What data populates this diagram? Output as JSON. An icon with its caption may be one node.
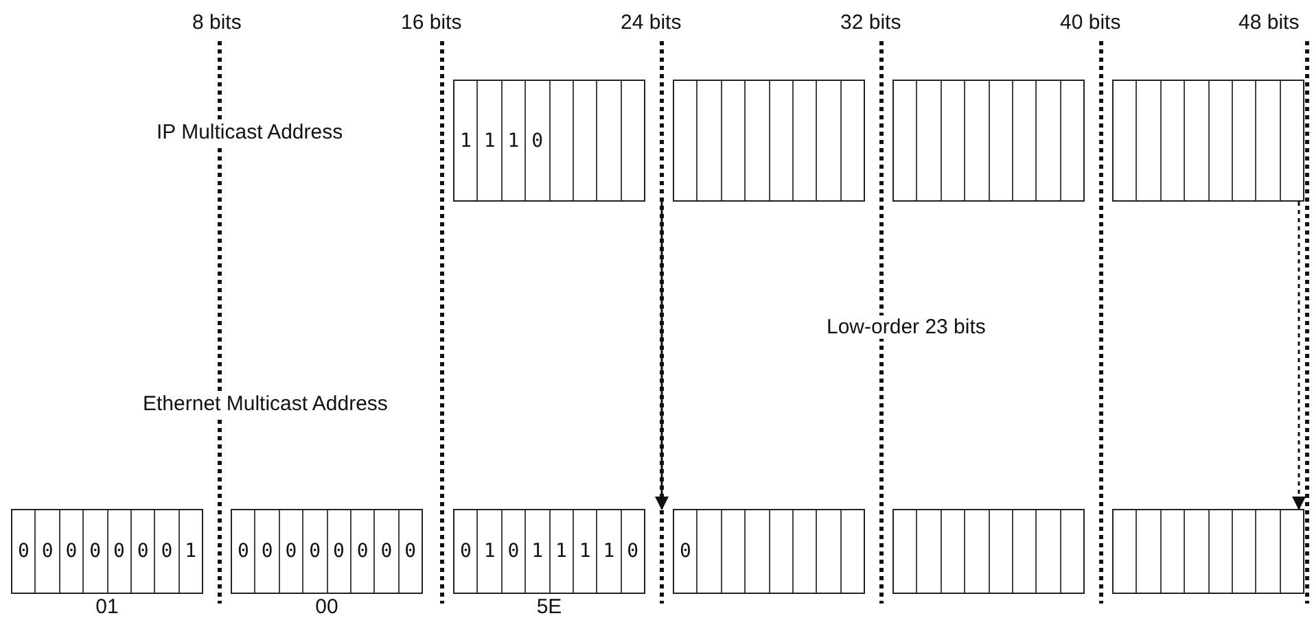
{
  "diagram": {
    "nodes": [
      {
        "text": [
          "1",
          "1",
          "1",
          "0"
        ]
      },
      {
        "text": [],
        "shape": "box"
      },
      {
        "text": [],
        "shape": "box"
      },
      {
        "text": [],
        "shape": "box"
      },
      {
        "text": [
          "0",
          "0",
          "0",
          "0",
          "0",
          "0",
          "0",
          "1"
        ],
        "beside": [
          "01"
        ]
      },
      {
        "text": [
          "0",
          "0",
          "0",
          "0",
          "0",
          "0",
          "0",
          "0"
        ],
        "beside": [
          "00"
        ]
      },
      {
        "text": [
          "0",
          "1",
          "0",
          "1",
          "1",
          "1",
          "1",
          "0"
        ],
        "beside": [
          "5E"
        ]
      },
      {
        "text": [
          "0"
        ]
      },
      {
        "text": [],
        "shape": "box"
      },
      {
        "text": [],
        "shape": "box"
      }
    ],
    "edges": [
      {
        "from": 1,
        "to": 7,
        "arrow": "to"
      },
      {
        "from": 3,
        "to": 9,
        "arrow": "to",
        "style": "dashed"
      }
    ],
    "labels": [
      "8 bits",
      "16 bits",
      "24 bits",
      "32 bits",
      "40 bits",
      "48 bits",
      "IP Multicast Address",
      "Low-order 23 bits",
      "Ethernet Multicast Address"
    ]
  }
}
